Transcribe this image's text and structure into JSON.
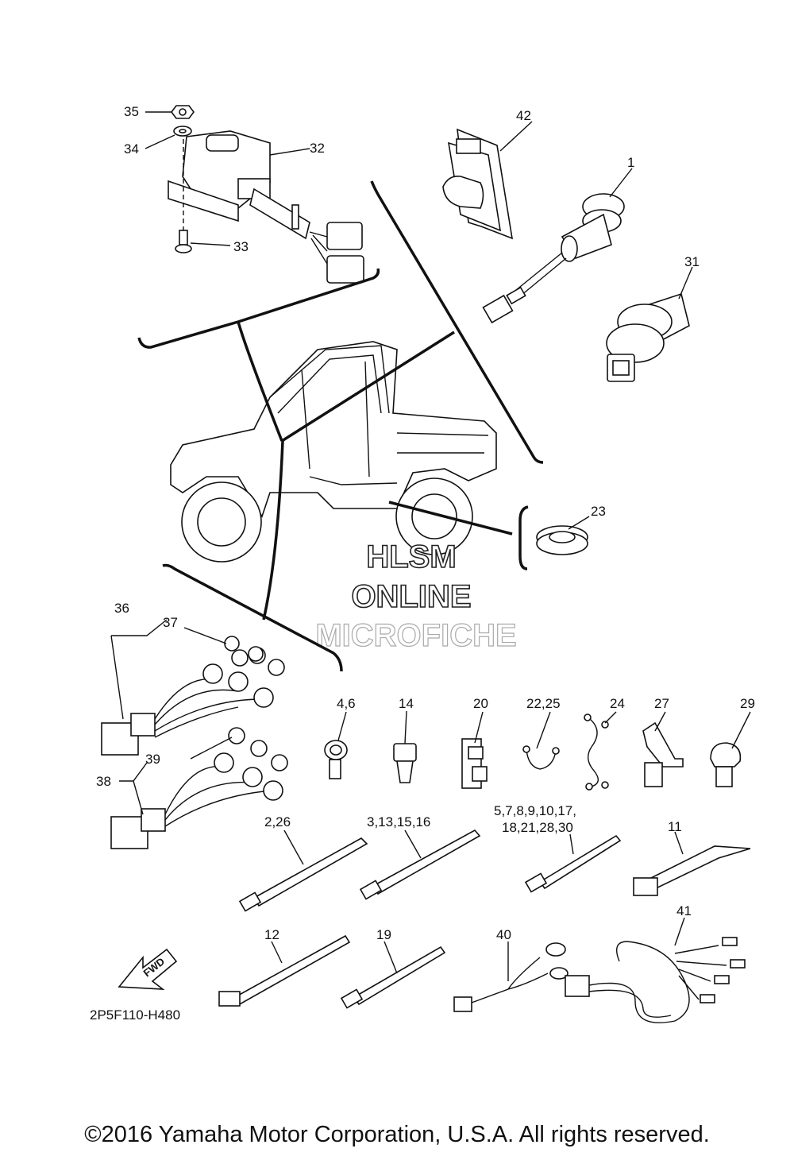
{
  "labels": {
    "p35": "35",
    "p34": "34",
    "p32": "32",
    "p33": "33",
    "p42": "42",
    "p1": "1",
    "p31": "31",
    "p23": "23",
    "p36": "36",
    "p37": "37",
    "p39": "39",
    "p38": "38",
    "p4_6": "4,6",
    "p14": "14",
    "p20": "20",
    "p22_25": "22,25",
    "p24": "24",
    "p27": "27",
    "p29": "29",
    "p2_26": "2,26",
    "p3_13_15_16": "3,13,15,16",
    "p5_line1": "5,7,8,9,10,17,",
    "p5_line2": "18,21,28,30",
    "p11": "11",
    "p41": "41",
    "p12": "12",
    "p19": "19",
    "p40": "40"
  },
  "fwd_arrow": "FWD",
  "drawing_code": "2P5F110-H480",
  "watermark": {
    "line1": "HLSM",
    "line2": "ONLINE",
    "line3": "MICROFICHE"
  },
  "copyright": "©2016 Yamaha Motor Corporation, U.S.A. All rights reserved."
}
